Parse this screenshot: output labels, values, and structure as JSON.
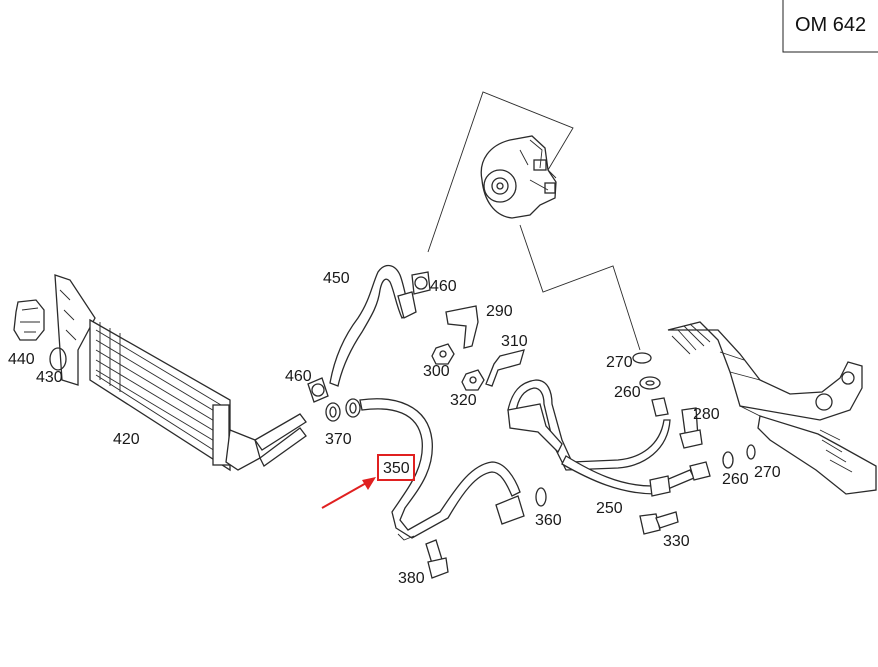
{
  "reference_box": {
    "text": "OM 642"
  },
  "highlight": {
    "color": "#e02020",
    "part_number": "350"
  },
  "labels": {
    "l440": "440",
    "l430": "430",
    "l420": "420",
    "l450": "450",
    "l460a": "460",
    "l460b": "460",
    "l370": "370",
    "l350": "350",
    "l380": "380",
    "l290": "290",
    "l310": "310",
    "l300": "300",
    "l320": "320",
    "l270a": "270",
    "l260a": "260",
    "l280": "280",
    "l360": "360",
    "l250": "250",
    "l330": "330",
    "l260b": "260",
    "l270b": "270"
  }
}
